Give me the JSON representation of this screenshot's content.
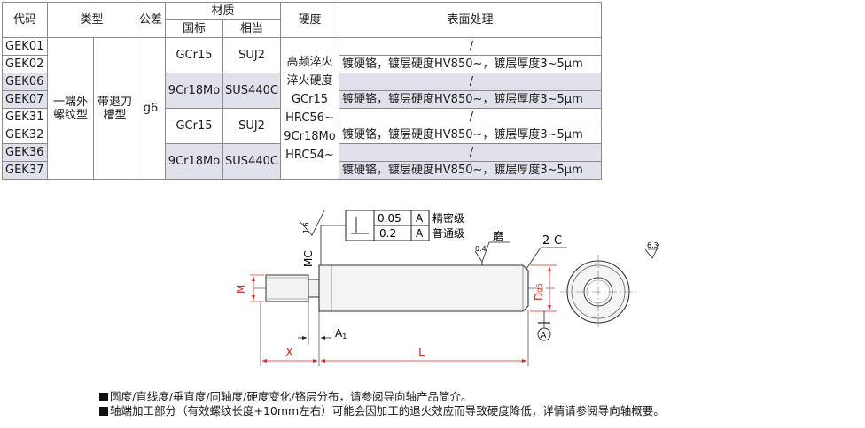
{
  "table": {
    "headers": {
      "code": "代码",
      "type": "类型",
      "tolerance": "公差",
      "material": "材质",
      "material_sub": [
        "国标",
        "相当"
      ],
      "hardness": "硬度",
      "surface": "表面处理"
    },
    "codes": [
      "GEK01",
      "GEK02",
      "GEK06",
      "GEK07",
      "GEK31",
      "GEK32",
      "GEK36",
      "GEK37"
    ],
    "type_main_lines": [
      "一端外",
      "螺纹型"
    ],
    "type_sub_lines": [
      "带退刀",
      "槽型"
    ],
    "tolerance": "g6",
    "materials": [
      {
        "gb": "GCr15",
        "equiv": "SUJ2"
      },
      {
        "gb": "9Cr18Mo",
        "equiv": "SUS440C"
      },
      {
        "gb": "GCr15",
        "equiv": "SUJ2"
      },
      {
        "gb": "9Cr18Mo",
        "equiv": "SUS440C"
      }
    ],
    "hardness_lines": [
      "高频淬火",
      "淬火硬度",
      "GCr15",
      "HRC56~",
      "9Cr18Mo",
      "HRC54~"
    ],
    "surface_none": "/",
    "surface_plated": "镀硬铬，镀层硬度HV850~，镀层厚度3~5μm"
  },
  "drawing": {
    "tolerance_frame": [
      {
        "value": "0.05",
        "datum": "A",
        "grade": "精密级"
      },
      {
        "value": "0.2",
        "datum": "A",
        "grade": "普通级"
      }
    ],
    "roughness_left": "1.6",
    "roughness_body": "0.4",
    "roughness_right": "6.3",
    "grind": "磨",
    "chamfer": "2-C",
    "mc": "MC",
    "m": "M",
    "d": "D",
    "d_sub": "g6",
    "a1": "A",
    "a1_sub": "1",
    "x": "X",
    "l": "L",
    "datum": "A"
  },
  "notes": [
    "圆度/直线度/垂直度/同轴度/硬度变化/铬层分布，请参阅导向轴产品简介。",
    "轴端加工部分（有效螺纹长度+10mm左右）可能会因加工的退火效应而导致硬度降低，详情请参阅导向轴概要。"
  ],
  "colors": {
    "shade": "#dfe2ea",
    "dimension_red": "#d9261c"
  }
}
